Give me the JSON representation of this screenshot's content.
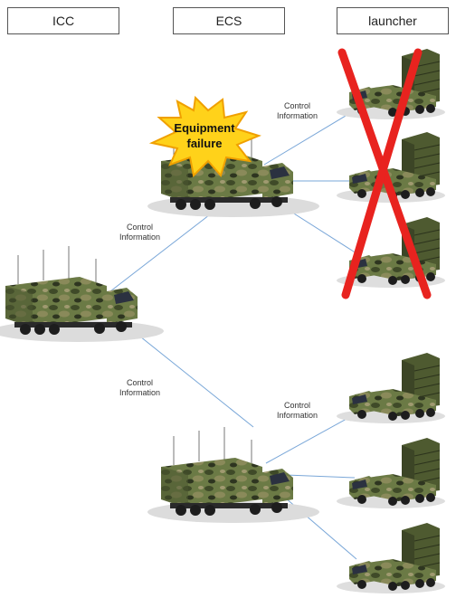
{
  "headers": {
    "icc": "ICC",
    "ecs": "ECS",
    "launcher": "launcher"
  },
  "labels": {
    "ecs1_to_launchers": [
      "Control",
      "Information"
    ],
    "icc_to_ecs1": [
      "Control",
      "Information"
    ],
    "icc_to_ecs2": [
      "Control",
      "Information"
    ],
    "ecs2_to_launchers": [
      "Control",
      "Information"
    ]
  },
  "failure_burst": [
    "Equipment",
    "failure"
  ],
  "colors": {
    "link_line": "#7aa7d8",
    "cross": "#e8231f",
    "burst_fill": "#ffd21a",
    "burst_stroke": "#f0a000",
    "camo_base": "#5d6b3a"
  }
}
